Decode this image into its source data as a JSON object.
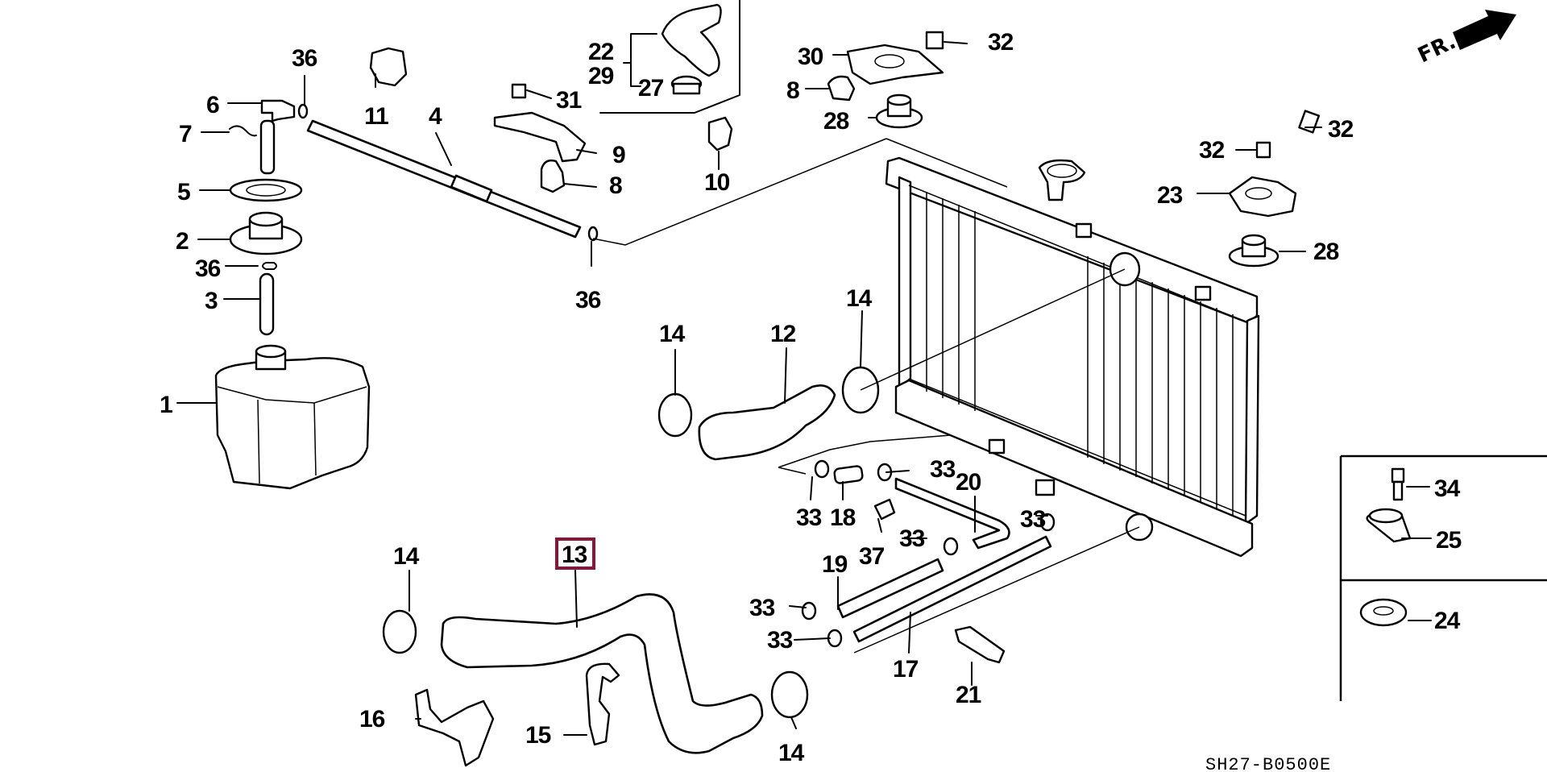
{
  "diagram": {
    "title": "Radiator / Reserve Tank / Hoses parts diagram",
    "code": "SH27-B0500E",
    "direction_label": "FR.",
    "highlight_color": "#8b1538",
    "highlighted_part": "13",
    "callouts": {
      "c1": "1",
      "c2": "2",
      "c3": "3",
      "c4": "4",
      "c5": "5",
      "c6": "6",
      "c7": "7",
      "c8a": "8",
      "c8b": "8",
      "c9": "9",
      "c10": "10",
      "c11": "11",
      "c12": "12",
      "c13": "13",
      "c14a": "14",
      "c14b": "14",
      "c14c": "14",
      "c14d": "14",
      "c15": "15",
      "c16": "16",
      "c17": "17",
      "c18": "18",
      "c19": "19",
      "c20": "20",
      "c21": "21",
      "c22": "22",
      "c23": "23",
      "c24": "24",
      "c25": "25",
      "c27": "27",
      "c28a": "28",
      "c28b": "28",
      "c29": "29",
      "c30": "30",
      "c31": "31",
      "c32a": "32",
      "c32b": "32",
      "c32c": "32",
      "c33a": "33",
      "c33b": "33",
      "c33c": "33",
      "c33d": "33",
      "c33e": "33",
      "c33f": "33",
      "c34": "34",
      "c36a": "36",
      "c36b": "36",
      "c36c": "36",
      "c37": "37"
    }
  }
}
